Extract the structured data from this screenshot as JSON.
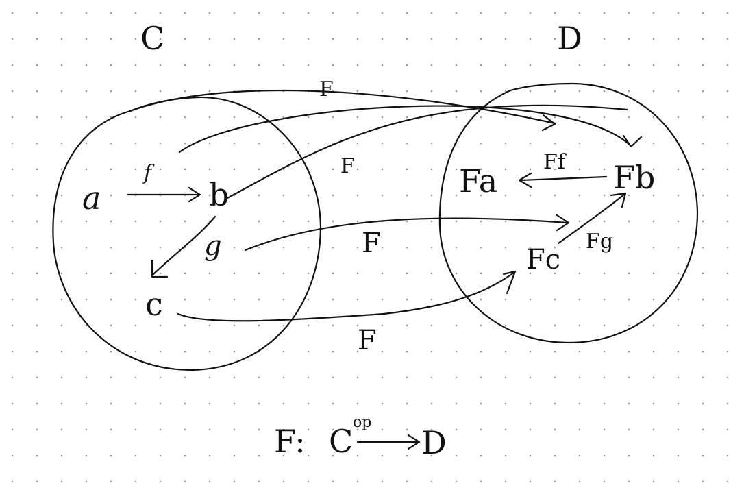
{
  "diagram": {
    "category_source": "C",
    "category_target": "D",
    "source_objects": {
      "a": "a",
      "b": "b",
      "c": "c"
    },
    "source_morphisms": {
      "f": "f",
      "g": "g"
    },
    "target_objects": {
      "fa": "Fa",
      "fb": "Fb",
      "fc": "Fc"
    },
    "target_morphisms": {
      "ff": "Ff",
      "fg": "Fg"
    },
    "functor_labels": {
      "top": "F",
      "upper": "F",
      "middle": "F",
      "lower": "F"
    },
    "caption": {
      "lhs": "F:",
      "base": "C",
      "superscript": "op",
      "target": "D"
    },
    "colors": {
      "ink": "#111111",
      "grid_dot": "#9a9a9a",
      "background": "#ffffff"
    }
  }
}
